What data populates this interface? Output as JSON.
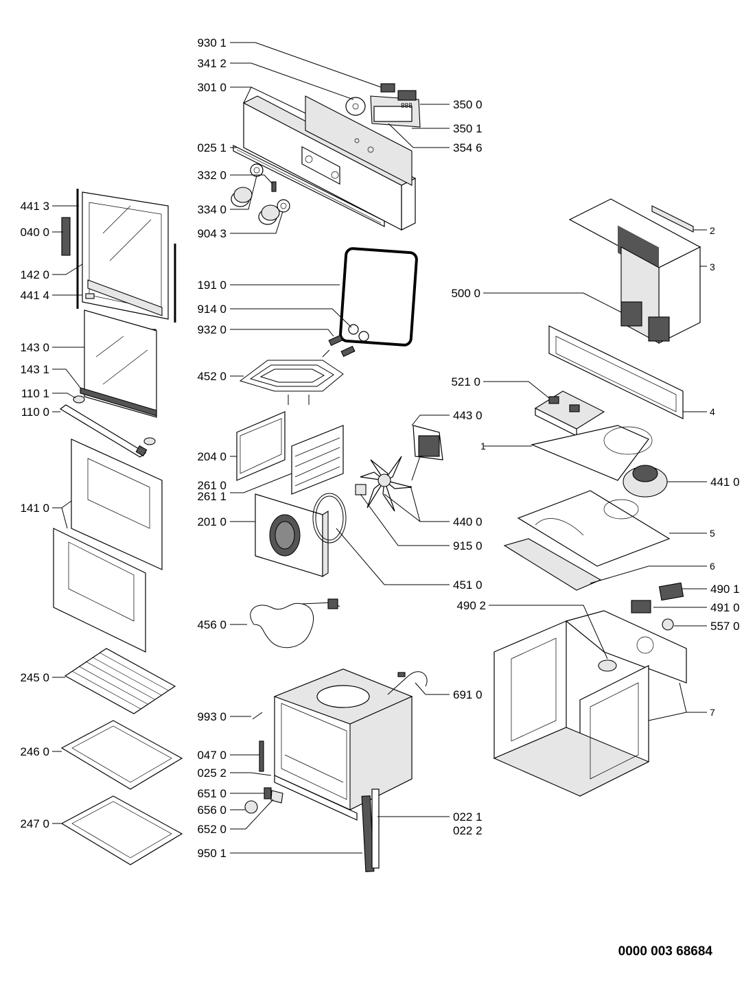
{
  "document": {
    "number": "0000 003 68684"
  },
  "labels": {
    "l9301": "930 1",
    "l3412": "341 2",
    "l3010": "301 0",
    "l0251": "025 1",
    "l3320": "332 0",
    "l3340": "334 0",
    "l9043": "904 3",
    "l1910": "191 0",
    "l9140": "914 0",
    "l9320": "932 0",
    "l4520": "452 0",
    "l2040": "204 0",
    "l2610": "261 0",
    "l2611": "261 1",
    "l2010": "201 0",
    "l4560": "456 0",
    "l9930": "993 0",
    "l0470": "047 0",
    "l0252": "025 2",
    "l6510": "651 0",
    "l6560": "656 0",
    "l6520": "652 0",
    "l9501": "950 1",
    "l4413": "441 3",
    "l0400": "040 0",
    "l1420": "142 0",
    "l4414": "441 4",
    "l1430": "143 0",
    "l1431": "143 1",
    "l1101": "110 1",
    "l1100": "110 0",
    "l1410": "141 0",
    "l2450": "245 0",
    "l2460": "246 0",
    "l2470": "247 0",
    "l3500": "350 0",
    "l3501": "350 1",
    "l3546": "354 6",
    "l5000": "500 0",
    "l5210": "521 0",
    "l4430": "443 0",
    "l4410": "441 0",
    "l4400": "440 0",
    "l9150": "915 0",
    "l4510": "451 0",
    "l4901": "490 1",
    "l4902": "490 2",
    "l4910": "491 0",
    "l5570": "557 0",
    "l6910": "691 0",
    "l0221": "022 1",
    "l0222": "022 2",
    "c1": "1",
    "c2": "2",
    "c3": "3",
    "c4": "4",
    "c5": "5",
    "c6": "6",
    "c7": "7"
  },
  "display_text": {
    "panel_display": "888"
  }
}
